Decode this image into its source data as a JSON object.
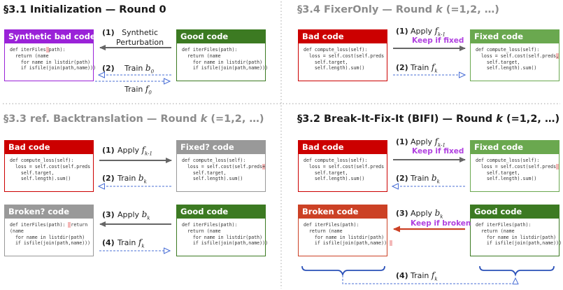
{
  "sections": {
    "init": {
      "title": "§3.1  Initialization — Round 0"
    },
    "fixeronly": {
      "title_prefix": "§3.4  FixerOnly — Round ",
      "title_k": "k",
      "title_suffix": " (=1,2, …)"
    },
    "backtrans": {
      "title_prefix": "§3.3  ref. Backtranslation — Round ",
      "title_k": "k",
      "title_suffix": " (=1,2, …)"
    },
    "bifi": {
      "title_prefix": "§3.2  Break-It-Fix-It (BIFI) — Round ",
      "title_k": "k",
      "title_suffix": " (=1,2, …)"
    }
  },
  "colors": {
    "purple": "#9a22d8",
    "red": "#cc0000",
    "green_dark": "#3c7a22",
    "green_light": "#6aa84f",
    "gray": "#999999",
    "broken_red": "#cc4125",
    "keep": "#b040e0"
  },
  "boxes": {
    "init_synthetic": {
      "header": "Synthetic bad code",
      "code_pre": "def iterFiles",
      "code_hl": " ",
      "code_post": "path):\n  return (name\n    for name in listdir(path)\n    if isfile(join(path,name)))"
    },
    "init_good": {
      "header": "Good code",
      "code": "def iterFiles(path):\n  return (name\n    for name in listdir(path)\n    if isfile(join(path,name)))"
    },
    "fo_bad": {
      "header": "Bad code",
      "code": "def compute_loss(self):\n  loss = self.cost(self.preds\n    self.target,\n    self.length).sum()"
    },
    "fo_fixed": {
      "header": "Fixed code",
      "code_pre": "def compute_loss(self):\n  loss = self.cost(self.preds",
      "code_hl": ",",
      "code_post": "\n    self.target,\n    self.length).sum()"
    },
    "bt_bad": {
      "header": "Bad code",
      "code": "def compute_loss(self):\n  loss = self.cost(self.preds\n    self.target,\n    self.length).sum()"
    },
    "bt_fixed": {
      "header": "Fixed? code",
      "code_pre": "def compute_loss(self):\n  loss = self.cost(self.preds",
      "code_hl": "+",
      "code_post": "\n    self.target,\n    self.length).sum()"
    },
    "bt_broken": {
      "header": "Broken? code",
      "code_pre": "def iterFiles(path): ",
      "code_hl": " ",
      "code_post": "return\n(name\n  for name in listdir(path)\n  if isfile(join(path,name)))"
    },
    "bt_good": {
      "header": "Good code",
      "code": "def iterFiles(path):\n  return (name\n    for name in listdir(path)\n    if isfile(join(path,name)))"
    },
    "bifi_bad": {
      "header": "Bad code",
      "code": "def compute_loss(self):\n  loss = self.cost(self.preds\n    self.target,\n    self.length).sum()"
    },
    "bifi_fixed": {
      "header": "Fixed code",
      "code_pre": "def compute_loss(self):\n  loss = self.cost(self.preds",
      "code_hl": " ",
      "code_post": "\n    self.target,\n    self.length).sum()"
    },
    "bifi_broken": {
      "header": "Broken code",
      "code_pre": "def iterFiles(path):\n  return (name\n    for name in listdir(path)\n    if isfile(join(path,name)) ",
      "code_hl": " ",
      "code_post": ""
    },
    "bifi_good": {
      "header": "Good code",
      "code": "def iterFiles(path):\n  return (name\n    for name in listdir(path)\n    if isfile(join(path,name)))"
    }
  },
  "labels": {
    "init_1_num": "(1)",
    "init_1_text": "Synthetic\nPerturbation",
    "init_2_num": "(2)",
    "init_2_text": "Train ",
    "init_2_var": "b",
    "init_2_sub": "0",
    "init_2b_text": "Train ",
    "init_2b_var": "f",
    "init_2b_sub": "0",
    "fo_1_num": "(1)",
    "fo_1_text": "Apply ",
    "fo_1_var": "f",
    "fo_1_sub": "k-1",
    "fo_keep": "Keep if fixed",
    "fo_2_num": "(2)",
    "fo_2_text": "Train ",
    "fo_2_var": "f",
    "fo_2_sub": "k",
    "bt_1_num": "(1)",
    "bt_1_text": "Apply ",
    "bt_1_var": "f",
    "bt_1_sub": "k-1",
    "bt_2_num": "(2)",
    "bt_2_text": "Train ",
    "bt_2_var": "b",
    "bt_2_sub": "k",
    "bt_3_num": "(3)",
    "bt_3_text": "Apply ",
    "bt_3_var": "b",
    "bt_3_sub": "k",
    "bt_4_num": "(4)",
    "bt_4_text": "Train ",
    "bt_4_var": "f",
    "bt_4_sub": "k",
    "bifi_1_num": "(1)",
    "bifi_1_text": "Apply ",
    "bifi_1_var": "f",
    "bifi_1_sub": "k-1",
    "bifi_1_keep": "Keep if fixed",
    "bifi_2_num": "(2)",
    "bifi_2_text": "Train ",
    "bifi_2_var": "b",
    "bifi_2_sub": "k",
    "bifi_3_num": "(3)",
    "bifi_3_text": "Apply ",
    "bifi_3_var": "b",
    "bifi_3_sub": "k",
    "bifi_3_keep": "Keep if broken",
    "bifi_4_num": "(4)",
    "bifi_4_text": "Train ",
    "bifi_4_var": "f",
    "bifi_4_sub": "k"
  }
}
